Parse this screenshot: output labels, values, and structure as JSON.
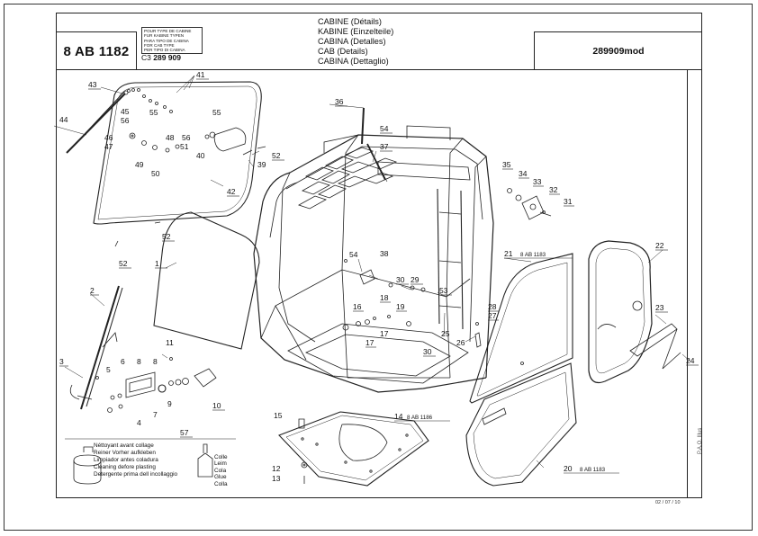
{
  "header": {
    "ref_code": "8 AB 1182",
    "type_lines": [
      "POUR TYPE DE CABINE",
      "FUR KABINE TYPEN",
      "PARA TIPO DE CABINA",
      "FOR CAB TYPE",
      "PER TIPO DI CABINA"
    ],
    "type_code_prefix": "C3",
    "type_code": "289 909",
    "titles": [
      "CABINE (Détails)",
      "KABINE (Einzelteile)",
      "CABINA (Detalles)",
      "CAB (Details)",
      "CABINA (Dettaglio)"
    ],
    "part_number": "289909mod"
  },
  "callouts": {
    "c1": "1",
    "c2": "2",
    "c3": "3",
    "c4": "4",
    "c5": "5",
    "c6": "6",
    "c7": "7",
    "c8": "8",
    "c9": "9",
    "c10": "10",
    "c11": "11",
    "c12": "12",
    "c13": "13",
    "c14": "14",
    "c15": "15",
    "c16": "16",
    "c17": "17",
    "c18": "18",
    "c19": "19",
    "c20": "20",
    "c21": "21",
    "c22": "22",
    "c23": "23",
    "c24": "24",
    "c25": "25",
    "c26": "26",
    "c27": "27",
    "c28": "28",
    "c29": "29",
    "c30": "30",
    "c31": "31",
    "c32": "32",
    "c33": "33",
    "c34": "34",
    "c35": "35",
    "c36": "36",
    "c37": "37",
    "c38": "38",
    "c39": "39",
    "c40": "40",
    "c41": "41",
    "c42": "42",
    "c43": "43",
    "c44": "44",
    "c45": "45",
    "c46": "46",
    "c47": "47",
    "c48": "48",
    "c49": "49",
    "c50": "50",
    "c51": "51",
    "c52": "52",
    "c53": "53",
    "c54": "54",
    "c55": "55",
    "c56": "56",
    "c57": "57"
  },
  "refs": {
    "r14": "8 AB 1186",
    "r20": "8 AB 1183",
    "r21": "8 AB 1183"
  },
  "note": {
    "lines": [
      "Néttoyant avant collage",
      "Reiner Vorher aufkleben",
      "Limpiador antes coladura",
      "Cleaning defore plasting",
      "Detergente prima dell incollaggio"
    ],
    "glue": [
      "Colle",
      "Leim",
      "Cola",
      "Glue",
      "Colla"
    ]
  },
  "footer": {
    "vertical_text": "P.A.O. Illus",
    "date": "02 / 07 / 10"
  }
}
